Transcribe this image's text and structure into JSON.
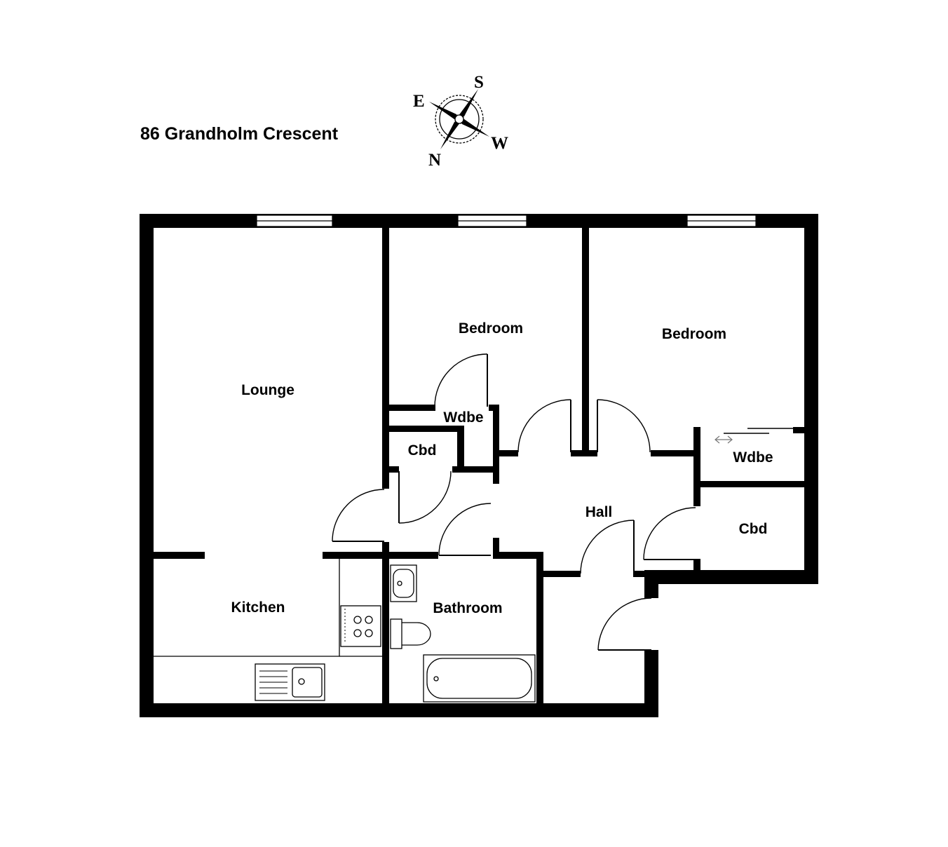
{
  "title": "86 Grandholm Crescent",
  "compass": {
    "north": "N",
    "south": "S",
    "east": "E",
    "west": "W"
  },
  "rooms": {
    "lounge": "Lounge",
    "bedroom_1": "Bedroom",
    "bedroom_2": "Bedroom",
    "wardrobe_1": "Wdbe",
    "wardrobe_2": "Wdbe",
    "cupboard_1": "Cbd",
    "cupboard_2": "Cbd",
    "hall": "Hall",
    "kitchen": "Kitchen",
    "bathroom": "Bathroom"
  }
}
